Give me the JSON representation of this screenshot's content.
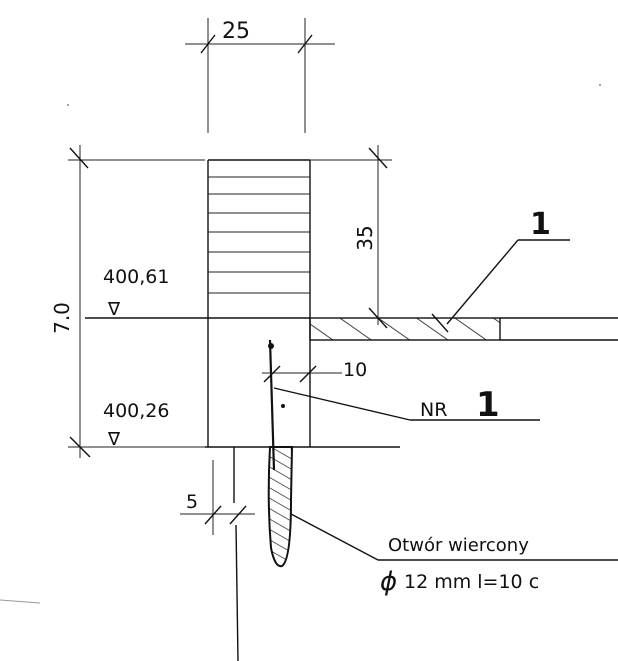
{
  "drawing": {
    "dimensions": {
      "top_width": "25",
      "total_height": "7.0",
      "upper_depth": "35",
      "gap": "10",
      "small_offset": "5"
    },
    "levels": {
      "upper": "400,61",
      "lower": "400,26",
      "marker": "∇"
    },
    "labels": {
      "item_number": "1",
      "nr_prefix": "NR",
      "nr_number": "1",
      "hole_title": "Otwór wiercony",
      "hole_phi": "ϕ",
      "hole_spec": "12 mm   l=10 c"
    }
  }
}
